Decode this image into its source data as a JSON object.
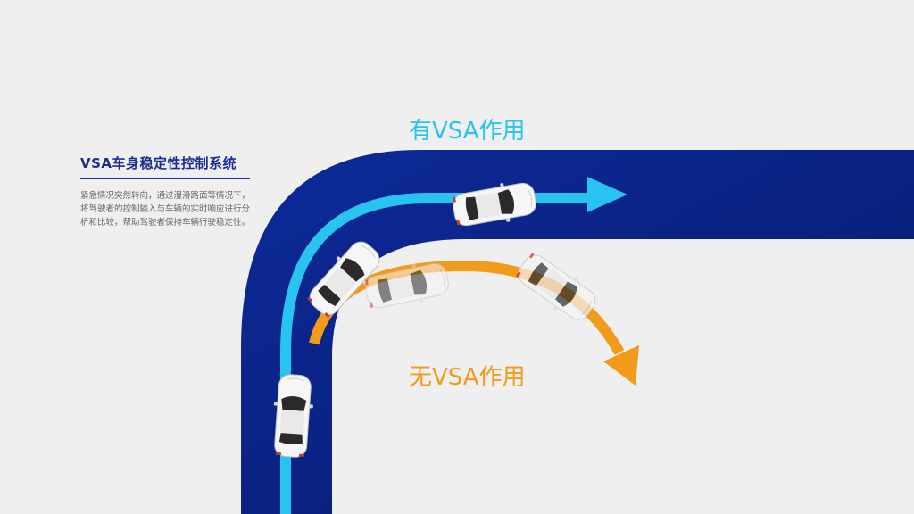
{
  "title": "VSA车身稳定性控制系统",
  "description": "紧急情况突然转向，通过湿滑路面等情况下，将驾驶者的控制输入与车辆的实时响应进行分析和比较，帮助驾驶者保持车辆行驶稳定性。",
  "labels": {
    "with_vsa": "有VSA作用",
    "without_vsa": "无VSA作用"
  },
  "colors": {
    "road": "#0a1f7a",
    "road_edge": "#0d2a9a",
    "with_vsa": "#29c3ef",
    "without_vsa": "#f29a1a",
    "title": "#1b2e8f",
    "background": "#efefef"
  },
  "icons": {
    "car": "car-top-view-icon",
    "arrow_with": "arrow-right-icon",
    "arrow_without": "arrow-down-right-icon"
  }
}
